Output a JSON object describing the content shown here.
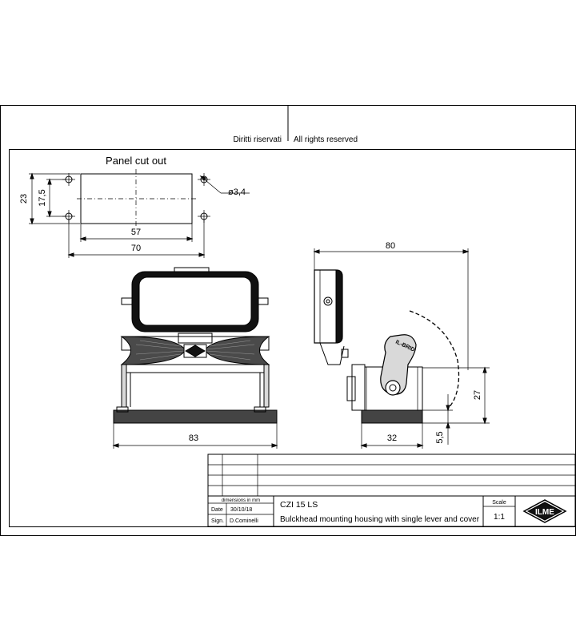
{
  "header": {
    "rights_it": "Diritti riservati",
    "rights_en": "All rights reserved"
  },
  "panel_cutout": {
    "title": "Panel cut out",
    "dim_height_outer": "23",
    "dim_height_inner": "17,5",
    "dim_hole": "ø3,4",
    "dim_width_inner": "57",
    "dim_width_outer": "70"
  },
  "front_view": {
    "dim_width": "83"
  },
  "side_view": {
    "dim_overall": "80",
    "dim_height": "27",
    "dim_base_width": "32",
    "dim_base_height": "5,5",
    "lever_marking": "IL-BRID"
  },
  "title_block": {
    "dimensions_note": "dimensions in mm",
    "date_label": "Date",
    "date_value": "30/10/18",
    "sign_label": "Sign.",
    "sign_value": "D.Cominelli",
    "code": "CZI 15 LS",
    "description": "Bulckhead mounting housing with single lever and cover",
    "scale_label": "Scale",
    "scale_value": "1:1",
    "logo_text": "ILME"
  }
}
